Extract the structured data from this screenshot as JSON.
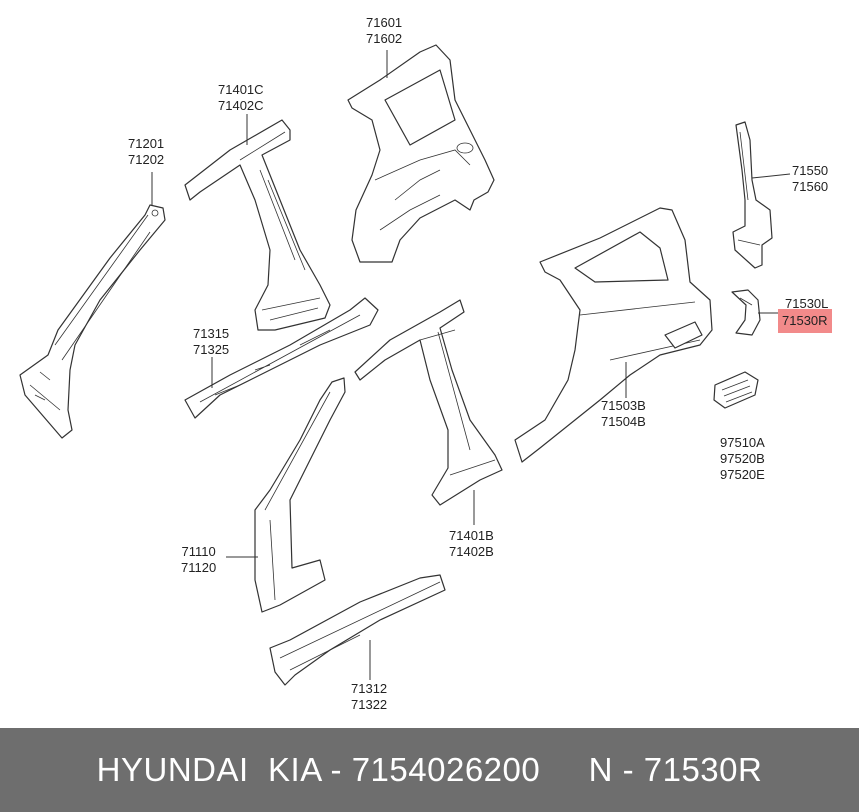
{
  "labels": {
    "p71201": [
      "71201",
      "71202"
    ],
    "p71401c": [
      "71401C",
      "71402C"
    ],
    "p71601": [
      "71601",
      "71602"
    ],
    "p71550": [
      "71550",
      "71560"
    ],
    "p71530l": "71530L",
    "p71530r": "71530R",
    "p71315": [
      "71315",
      "71325"
    ],
    "p71503": [
      "71503B",
      "71504B"
    ],
    "p97510": [
      "97510A",
      "97520B",
      "97520E"
    ],
    "p71110": [
      "71110",
      "71120"
    ],
    "p71401b": [
      "71401B",
      "71402B"
    ],
    "p71312": [
      "71312",
      "71322"
    ]
  },
  "highlight_color": "#f28a8a",
  "footer": {
    "text": "HYUNDAI  KIA - 7154026200     N - 71530R"
  }
}
